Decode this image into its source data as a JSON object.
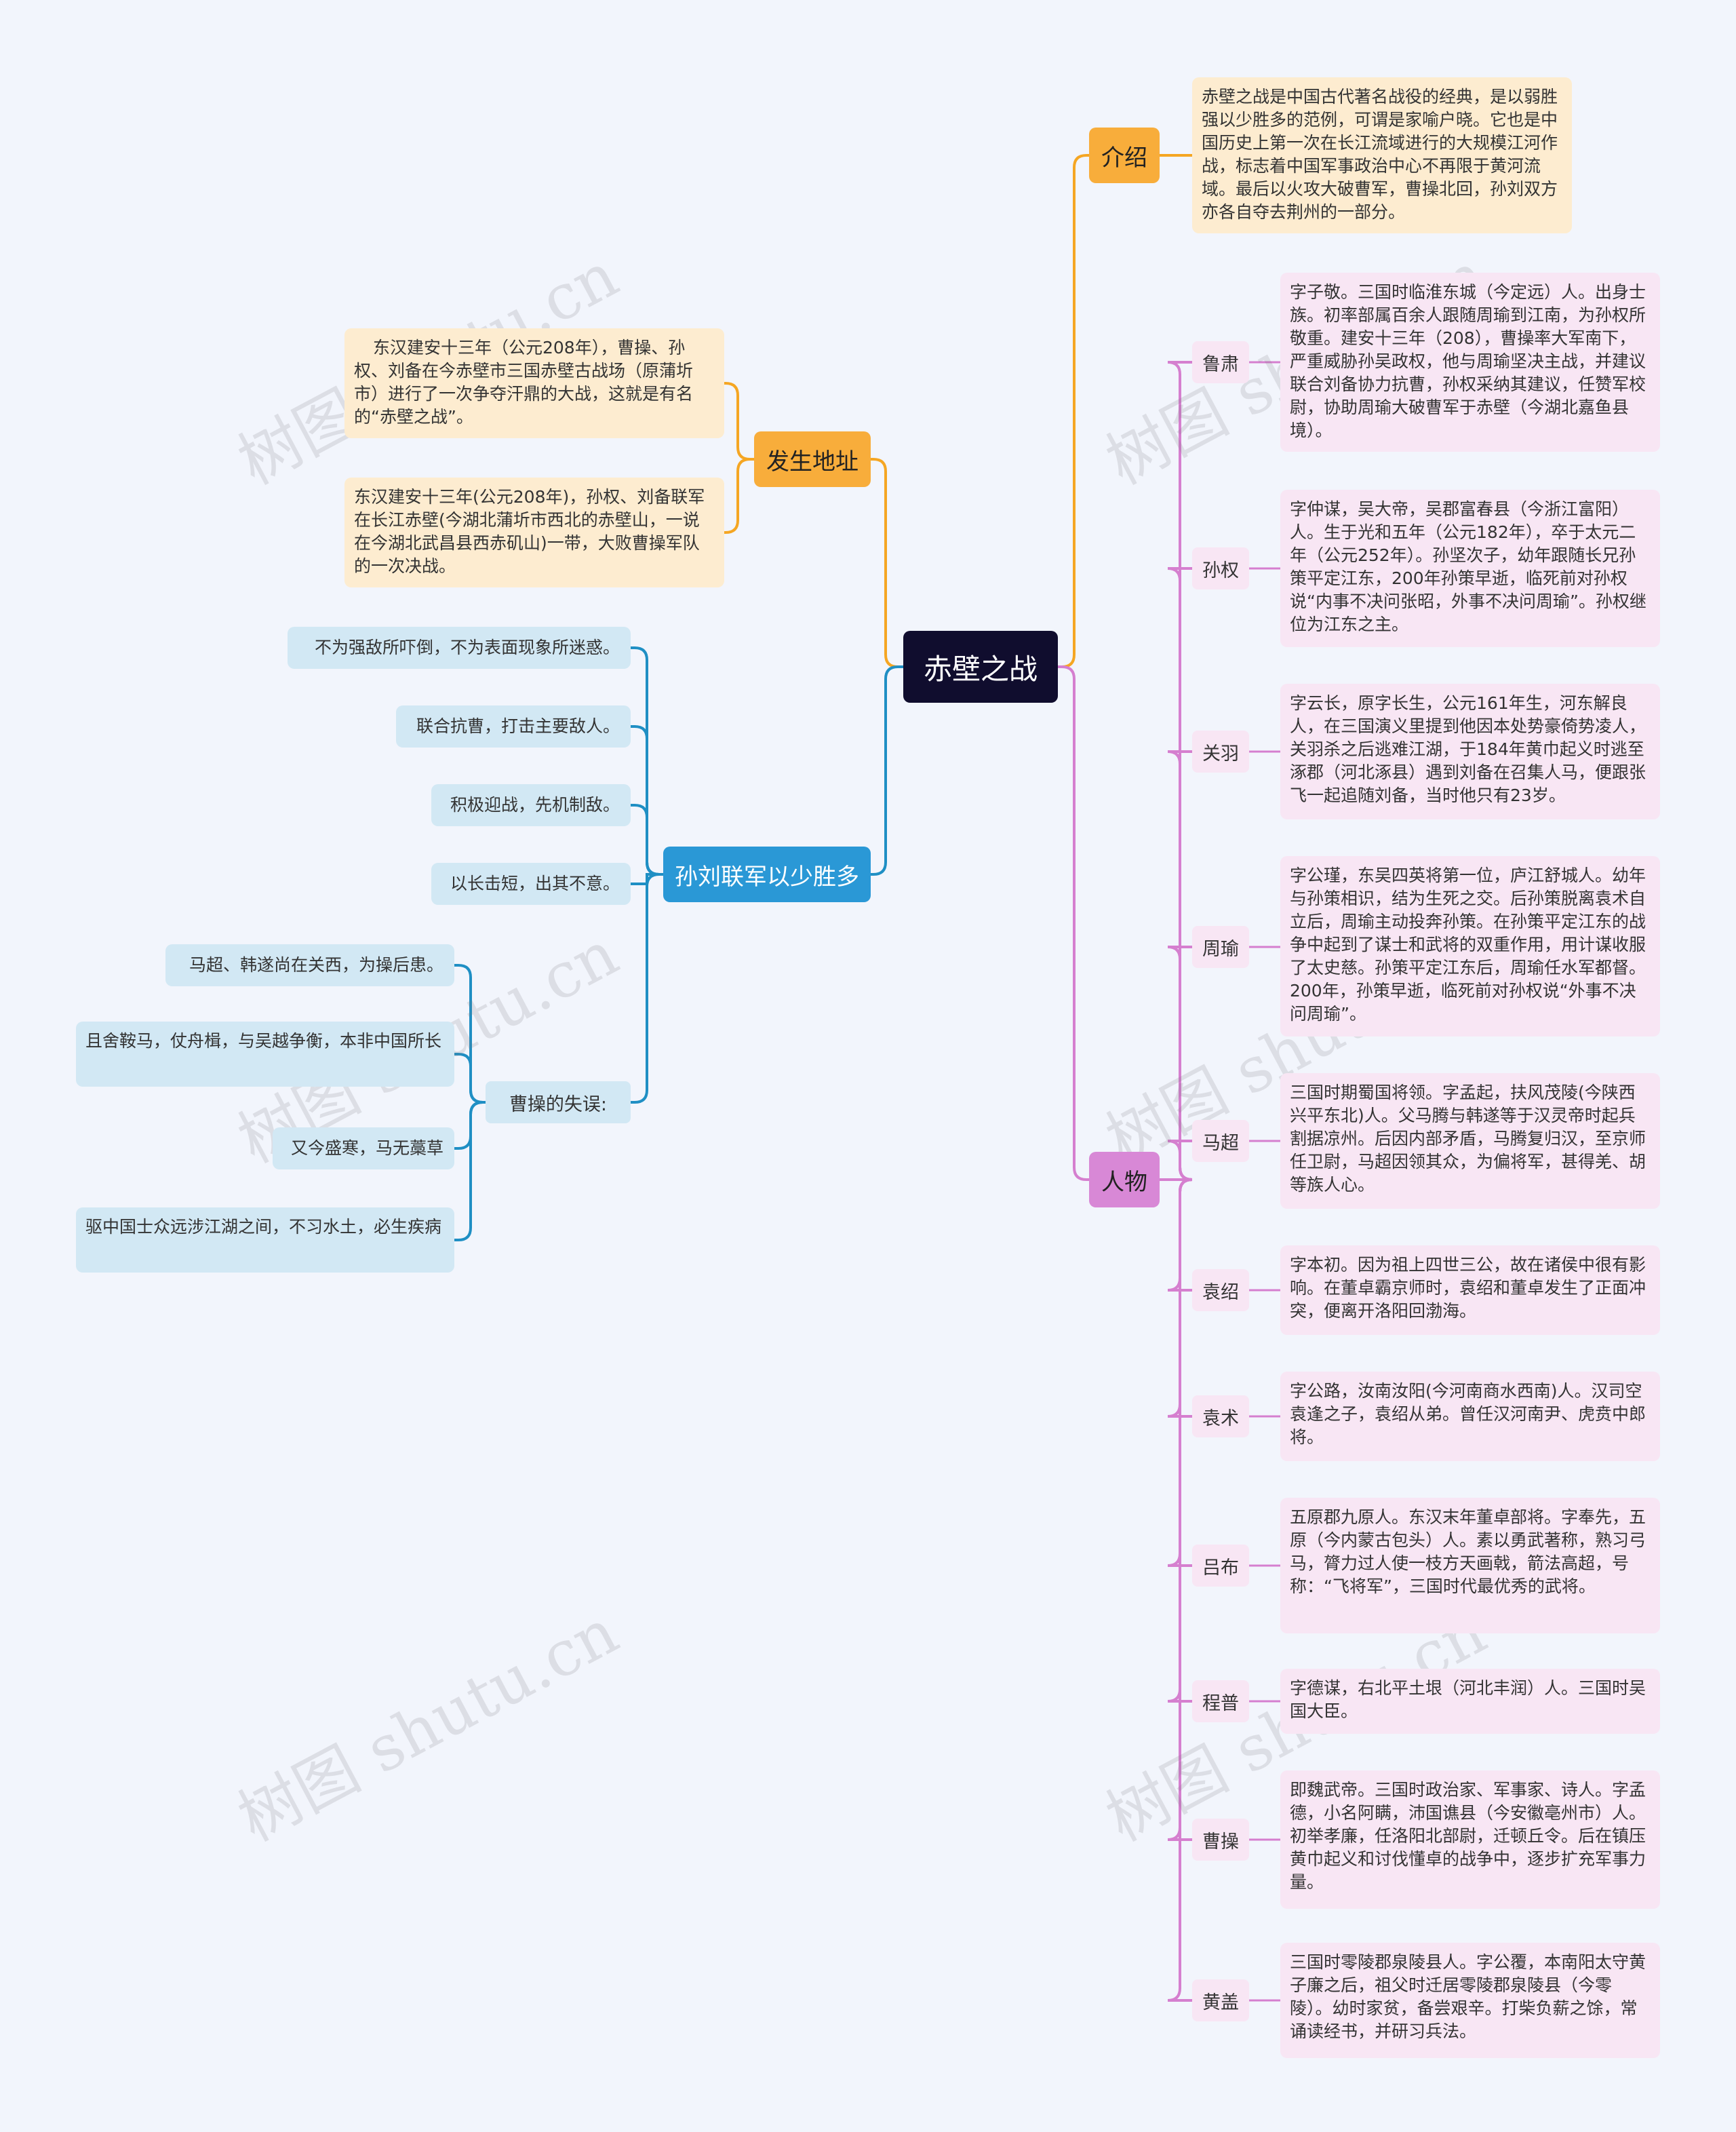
{
  "root": {
    "label": "赤壁之战"
  },
  "intro": {
    "label": "介绍",
    "text": "赤壁之战是中国古代著名战役的经典，是以弱胜强以少胜多的范例，可谓是家喻户晓。它也是中国历史上第一次在长江流域进行的大规模江河作战，标志着中国军事政治中心不再限于黄河流域。最后以火攻大破曹军，曹操北回，孙刘双方亦各自夺去荆州的一部分。"
  },
  "location": {
    "label": "发生地址",
    "items": [
      "东汉建安十三年（公元208年），曹操、孙权、刘备在今赤壁市三国赤壁古战场（原蒲圻市）进行了一次争夺汗鼎的大战，这就是有名的“赤壁之战”。",
      "东汉建安十三年(公元208年)，孙权、刘备联军在长江赤壁(今湖北蒲圻市西北的赤壁山，一说在今湖北武昌县西赤矶山)一带，大败曹操军队的一次决战。"
    ]
  },
  "victory": {
    "label": "孙刘联军以少胜多",
    "items": [
      "不为强敌所吓倒，不为表面现象所迷惑。",
      "联合抗曹，打击主要敌人。",
      "积极迎战，先机制敌。",
      "以长击短，出其不意。"
    ],
    "mistakes": {
      "label": "曹操的失误:",
      "items": [
        "马超、韩遂尚在关西，为操后患。",
        "且舍鞍马，仗舟楫，与吴越争衡，本非中国所长",
        "又今盛寒，马无藁草",
        "驱中国士众远涉江湖之间，不习水土，必生疾病"
      ]
    }
  },
  "people": {
    "label": "人物",
    "items": [
      {
        "name": "鲁肃",
        "text": "字子敬。三国时临淮东城（今定远）人。出身士族。初率部属百余人跟随周瑜到江南，为孙权所敬重。建安十三年（208），曹操率大军南下，严重威胁孙吴政权，他与周瑜坚决主战，并建议联合刘备协力抗曹，孙权采纳其建议，任赞军校尉，协助周瑜大破曹军于赤壁（今湖北嘉鱼县境）。"
      },
      {
        "name": "孙权",
        "text": "字仲谋，吴大帝，吴郡富春县（今浙江富阳）人。生于光和五年（公元182年），卒于太元二年（公元252年）。孙坚次子，幼年跟随长兄孙策平定江东，200年孙策早逝，临死前对孙权说“内事不决问张昭，外事不决问周瑜”。孙权继位为江东之主。"
      },
      {
        "name": "关羽",
        "text": "字云长，原字长生，公元161年生，河东解良人，在三国演义里提到他因本处势豪倚势凌人，关羽杀之后逃难江湖，于184年黄巾起义时逃至涿郡（河北涿县）遇到刘备在召集人马，便跟张飞一起追随刘备，当时他只有23岁。"
      },
      {
        "name": "周瑜",
        "text": "字公瑾，东吴四英将第一位，庐江舒城人。幼年与孙策相识，结为生死之交。后孙策脱离袁术自立后，周瑜主动投奔孙策。在孙策平定江东的战争中起到了谋士和武将的双重作用，用计谋收服了太史慈。孙策平定江东后，周瑜任水军都督。200年，孙策早逝，临死前对孙权说“外事不决问周瑜”。"
      },
      {
        "name": "马超",
        "text": "三国时期蜀国将领。字孟起，扶风茂陵(今陕西兴平东北)人。父马腾与韩遂等于汉灵帝时起兵割据凉州。后因内部矛盾，马腾复归汉，至京师任卫尉，马超因领其众，为偏将军，甚得羌、胡等族人心。"
      },
      {
        "name": "袁绍",
        "text": "字本初。因为祖上四世三公，故在诸侯中很有影响。在董卓霸京师时，袁绍和董卓发生了正面冲突，便离开洛阳回渤海。"
      },
      {
        "name": "袁术",
        "text": "字公路，汝南汝阳(今河南商水西南)人。汉司空袁逢之子，袁绍从弟。曾任汉河南尹、虎贲中郎将。"
      },
      {
        "name": "吕布",
        "text": "五原郡九原人。东汉末年董卓部将。字奉先，五原（今内蒙古包头）人。素以勇武著称，熟习弓马，膂力过人使一枝方天画戟，箭法高超，号称：“飞将军”，三国时代最优秀的武将。"
      },
      {
        "name": "程普",
        "text": "字德谋，右北平土垠（河北丰润）人。三国时吴国大臣。"
      },
      {
        "name": "曹操",
        "text": "即魏武帝。三国时政治家、军事家、诗人。字孟德，小名阿瞒，沛国谯县（今安徽亳州市）人。初举孝廉，任洛阳北部尉，迁顿丘令。后在镇压黄巾起义和讨伐懂卓的战争中，逐步扩充军事力量。"
      },
      {
        "name": "黄盖",
        "text": "三国时零陵郡泉陵县人。字公覆，本南阳太守黄子廉之后，祖父时迁居零陵郡泉陵县（今零陵）。幼时家贫，备尝艰辛。打柴负薪之馀，常诵读经书，并研习兵法。"
      }
    ]
  },
  "watermark": "树图 shutu.cn",
  "colors": {
    "orange": "#f5a623",
    "blue": "#1f8fc4",
    "pink": "#d57fcf",
    "root": "#100d2e"
  }
}
